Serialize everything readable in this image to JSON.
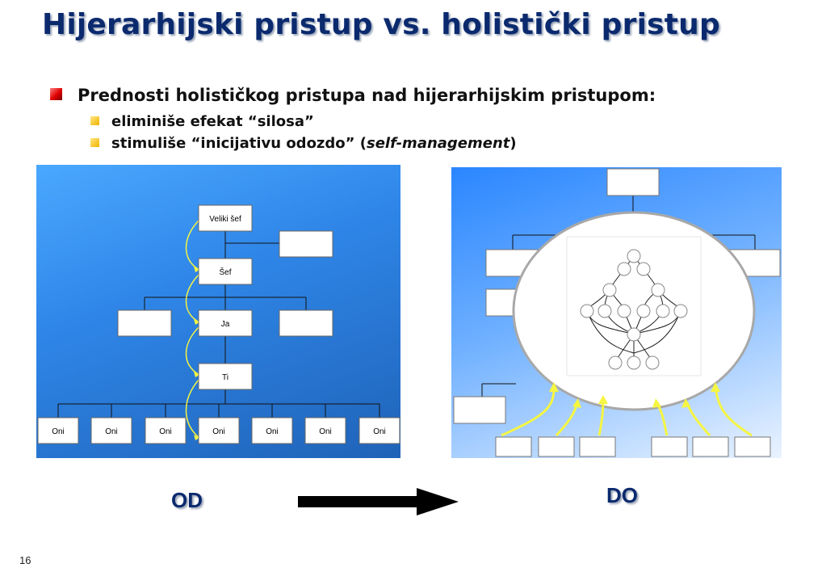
{
  "slide": {
    "title": "Hijerarhijski pristup vs. holistički pristup",
    "bullet_main": "Prednosti holističkog pristupa nad hijerarhijskim pristupom:",
    "sub_bullets": [
      {
        "text": "eliminiše efekat “silosa”"
      },
      {
        "prefix": "stimuliše “inicijativu odozdo” (",
        "italic": "self-management",
        "suffix": ")"
      }
    ],
    "label_from": "OD",
    "label_to": "DO",
    "page_number": "16"
  },
  "org_chart": {
    "boss": "Veliki šef",
    "chief": "Šef",
    "me": "Ja",
    "you": "Ti",
    "others": [
      "Oni",
      "Oni",
      "Oni",
      "Oni",
      "Oni",
      "Oni",
      "Oni"
    ]
  },
  "colors": {
    "title": "#0b2a6e",
    "arrow_curves": "#f5f542",
    "panel_blue": "#2f86e8"
  }
}
